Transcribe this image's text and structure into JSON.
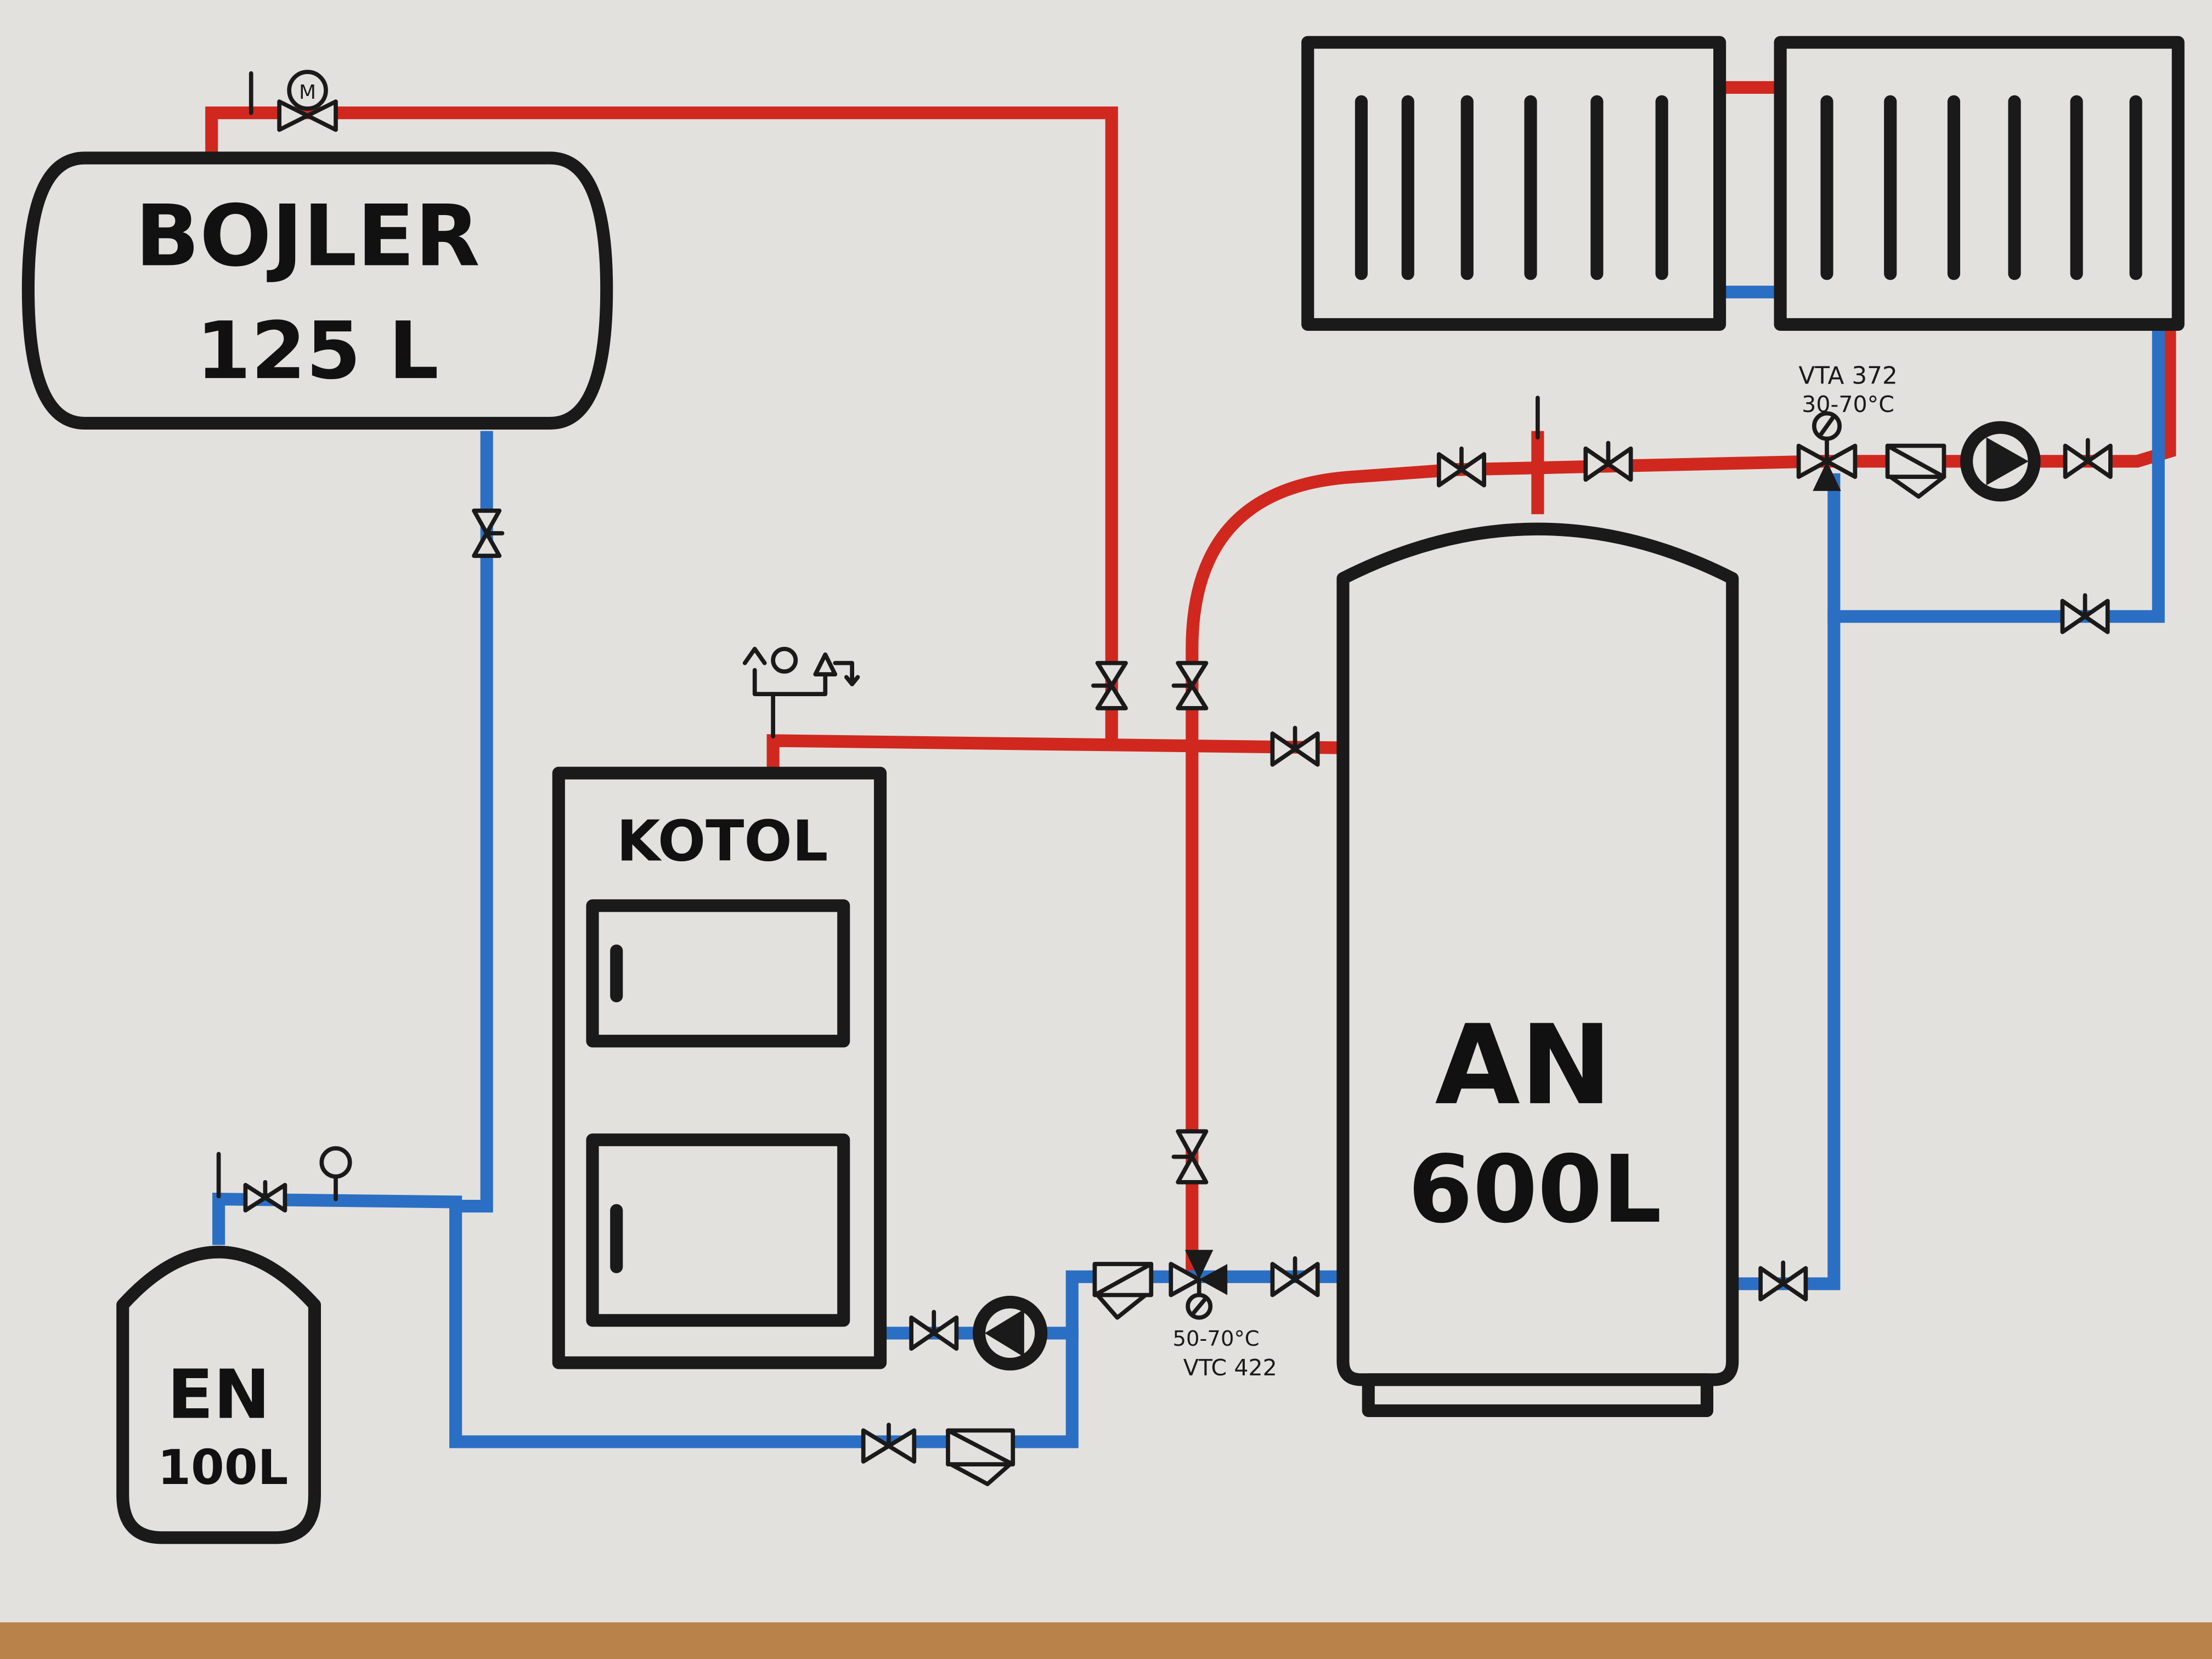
{
  "diagram": {
    "type": "hand-drawn heating system schematic",
    "colors": {
      "hot_pipe": "#d0281f",
      "cold_pipe": "#2b6fc4",
      "ink": "#1a1a1a",
      "paper": "#e3e1de"
    },
    "components": {
      "bojler": {
        "name": "BOJLER",
        "volume": "125 L"
      },
      "kotol": {
        "name": "KOTOL"
      },
      "accumulation_tank": {
        "name": "AN",
        "volume": "600L"
      },
      "expansion_tank": {
        "name": "EN",
        "volume": "100L"
      },
      "radiators": {
        "count": 2
      }
    },
    "mixing_valves": {
      "heating_circuit": {
        "model": "VTA 372",
        "range": "30-70°C"
      },
      "boiler_circuit": {
        "range": "50-70°C",
        "model": "VTC 422"
      }
    },
    "symbols": {
      "motor_valve_label": "M"
    }
  }
}
